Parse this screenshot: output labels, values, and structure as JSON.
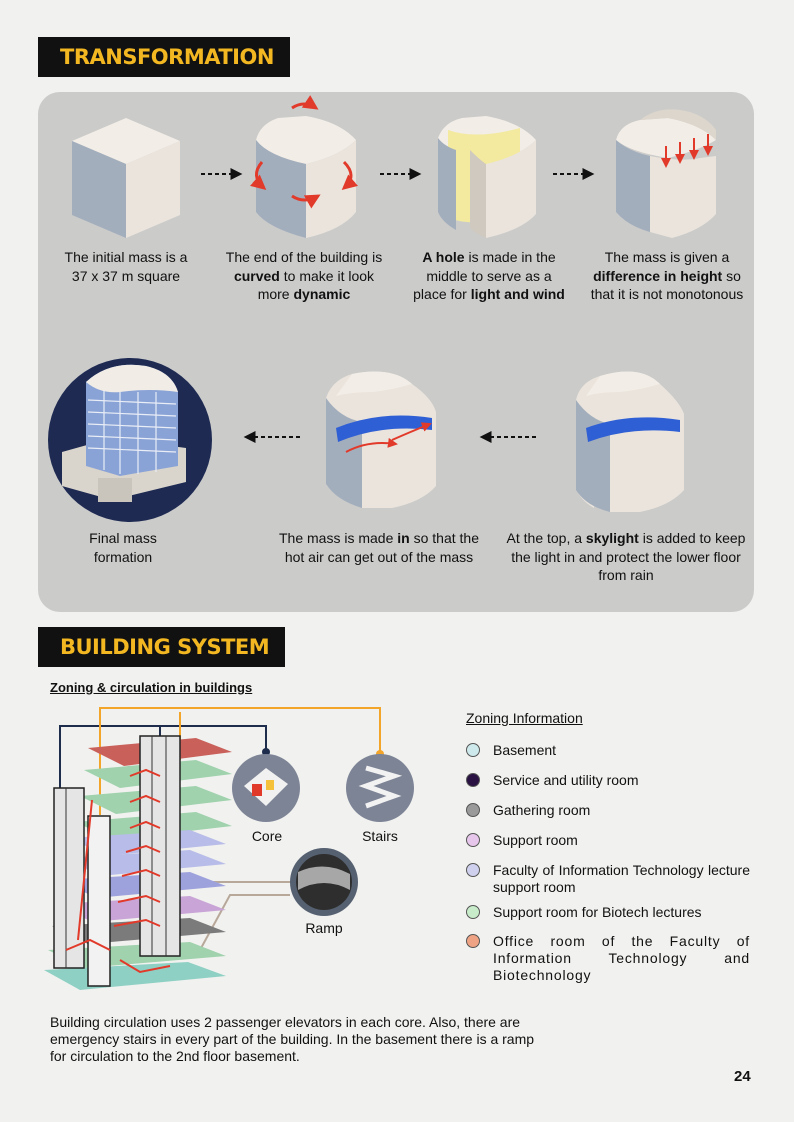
{
  "transformation": {
    "title": "TRANSFORMATION",
    "steps": [
      {
        "text": "The initial mass is a 37 x 37 m square"
      },
      {
        "pre": "The end of the building is ",
        "b1": "curved",
        "mid": " to make it look more ",
        "b2": "dynamic"
      },
      {
        "b1": "A hole",
        "mid": " is made in the middle to serve as a place for ",
        "b2": "light and wind"
      },
      {
        "pre": "The mass is given a ",
        "b1": "difference in height",
        "post": " so that it is not monotonous"
      },
      {
        "pre": "At the top, a ",
        "b1": "skylight",
        "post": " is added to keep the light in and protect the lower floor from rain"
      },
      {
        "pre": "The mass is made ",
        "b1": "in",
        "post": " so that the hot air can get out of the mass"
      },
      {
        "text": "Final mass formation"
      }
    ]
  },
  "building_system": {
    "title": "BUILDING SYSTEM",
    "subtitle": "Zoning & circulation in buildings",
    "callouts": {
      "core": "Core",
      "stairs": "Stairs",
      "ramp": "Ramp"
    }
  },
  "zoning": {
    "title": "Zoning Information",
    "items": [
      {
        "label": "Basement",
        "color": "#cde9ec"
      },
      {
        "label": "Service and utility room",
        "color": "#2a1242"
      },
      {
        "label": "Gathering room",
        "color": "#9a9a9a"
      },
      {
        "label": "Support room",
        "color": "#e6c6ea"
      },
      {
        "label": "Faculty of Information Technology lecture support room",
        "color": "#cfd0ee"
      },
      {
        "label": "Support room for Biotech lectures",
        "color": "#c8ebc9"
      },
      {
        "label": "Office room of the Faculty of Information Technology and Biotechnology",
        "color": "#efa385"
      }
    ]
  },
  "circulation_text": "Building circulation uses 2 passenger elevators in each core. Also, there are emergency stairs in every part of the building. In the basement there is a ramp for circulation to the 2nd floor basement.",
  "page_number": "24"
}
